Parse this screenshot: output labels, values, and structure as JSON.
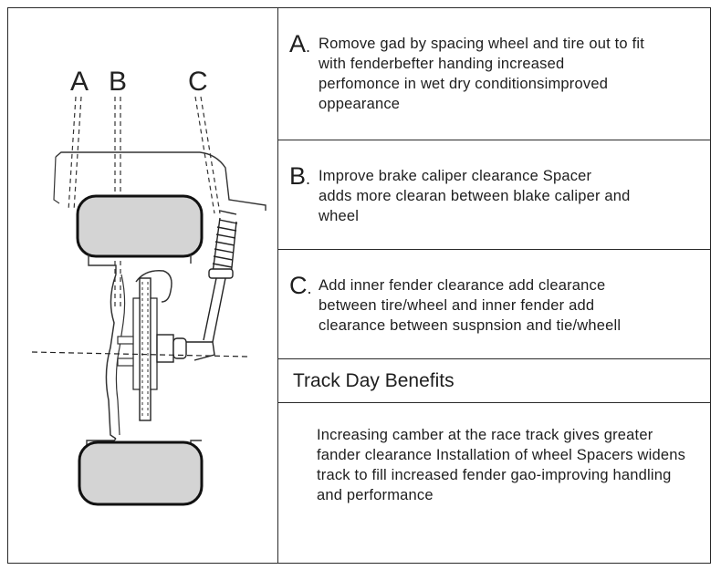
{
  "diagram": {
    "labels": [
      "A",
      "B",
      "C"
    ]
  },
  "items": [
    {
      "letter": "A",
      "text": "Romove gad by spacing wheel and tire out to fit\nwith fenderbefter handing increased\nperfomonce in wet dry conditionsimproved\noppearance"
    },
    {
      "letter": "B",
      "text": "Improve brake caliper clearance              Spacer\nadds more clearan between blake caliper and\nwheel"
    },
    {
      "letter": "C",
      "text": "Add inner fender clearance  add clearance\nbetween tire/wheel and inner fender  add\nclearance between suspnsion and tie/wheell"
    }
  ],
  "track": {
    "title": "Track Day Benefits",
    "text": "Increasing camber at the race track gives greater fander clearance  Installation of wheel Spacers widens track to fill  increased fender gao-improving handling and performance"
  }
}
